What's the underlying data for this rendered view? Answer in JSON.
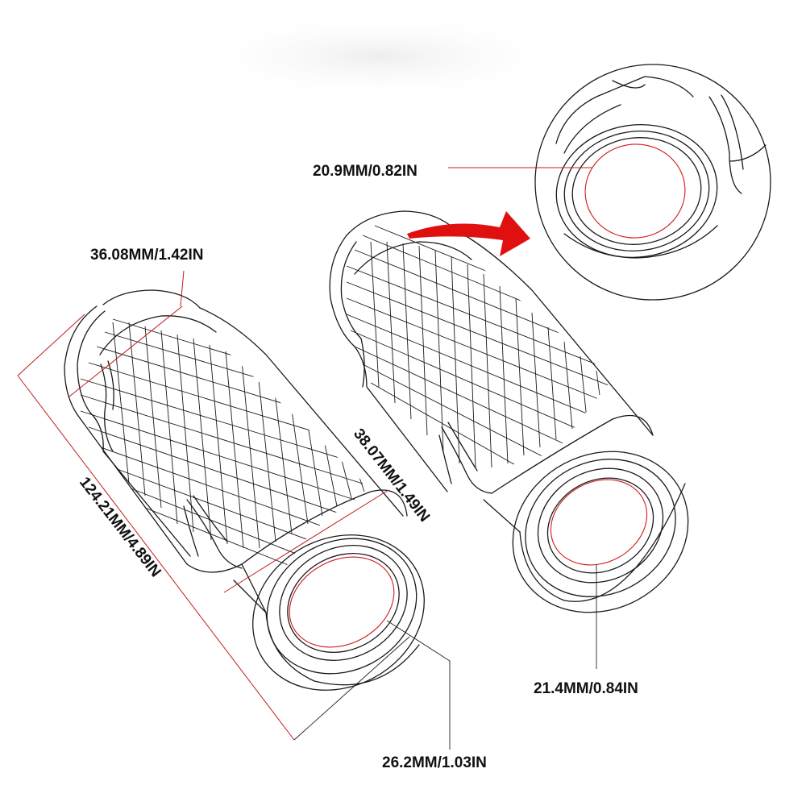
{
  "labels": {
    "inner_zoom_diameter": "20.9MM/0.82IN",
    "end_outer_diameter": "36.08MM/1.42IN",
    "grip_diameter": "38.07MM/1.49IN",
    "total_length": "124.21MM/4.89IN",
    "left_inner_diameter": "26.2MM/1.03IN",
    "right_inner_diameter": "21.4MM/0.84IN"
  },
  "colors": {
    "line": "#1a1a1a",
    "dimension": "#c21c1c",
    "arrow": "#e01010",
    "background": "#ffffff"
  }
}
